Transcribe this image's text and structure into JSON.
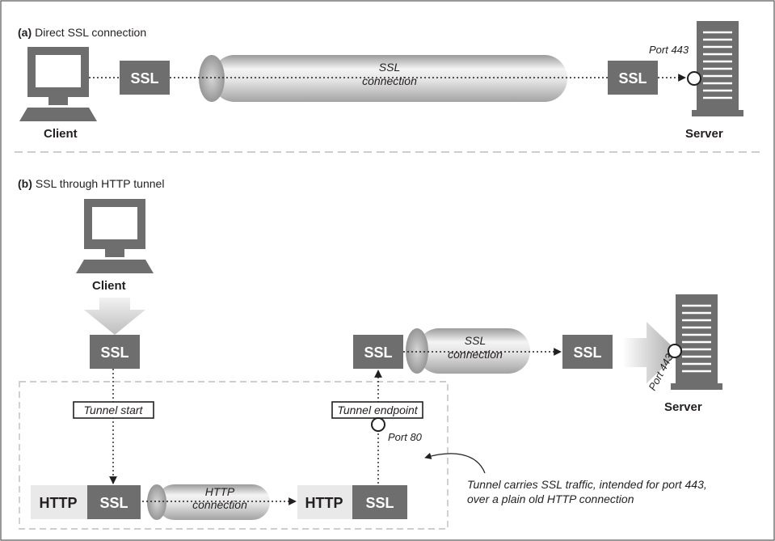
{
  "panel_a": {
    "caption_tag": "(a)",
    "caption_text": "Direct SSL connection",
    "client_label": "Client",
    "server_label": "Server",
    "ssl_left": "SSL",
    "ssl_right": "SSL",
    "pipe_line1": "SSL",
    "pipe_line2": "connection",
    "port_label": "Port 443"
  },
  "panel_b": {
    "caption_tag": "(b)",
    "caption_text": "SSL through HTTP tunnel",
    "client_label": "Client",
    "server_label": "Server",
    "client_ssl": "SSL",
    "endpoint_ssl": "SSL",
    "server_ssl": "SSL",
    "pipe_ssl_line1": "SSL",
    "pipe_ssl_line2": "connection",
    "tunnel_start": "Tunnel start",
    "tunnel_endpoint": "Tunnel endpoint",
    "port_80": "Port 80",
    "port_443": "Port 443",
    "http_left": "HTTP",
    "ssl_left": "SSL",
    "http_right": "HTTP",
    "ssl_right": "SSL",
    "pipe_http_line1": "HTTP",
    "pipe_http_line2": "connection",
    "note_line1": "Tunnel carries SSL traffic, intended for port 443,",
    "note_line2": "over a plain old HTTP connection"
  },
  "colors": {
    "box_fill": "#6e6e6e",
    "box_text": "#ffffff",
    "device": "#6e6e6e",
    "pipe_light": "#f2f2f2",
    "pipe_dark": "#b3b3b3",
    "http_bg": "#e9e9e9",
    "dashes": "#bdbdbd"
  }
}
